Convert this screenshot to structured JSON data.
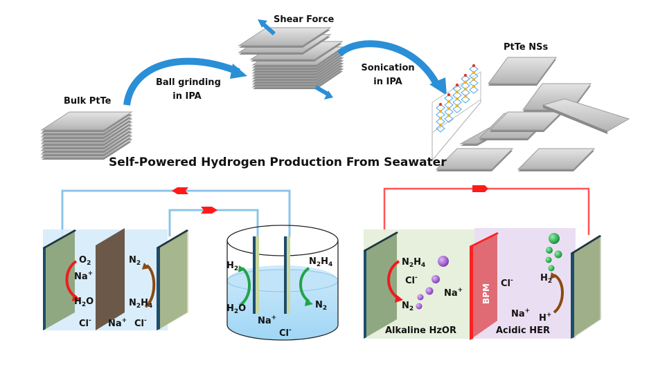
{
  "title": "Self-Powered Hydrogen Production From Seawater",
  "synthesis": {
    "bulk_label": "Bulk PtTe",
    "step1_line1": "Ball grinding",
    "step1_line2": "in IPA",
    "shear_label": "Shear Force",
    "step2_line1": "Sonication",
    "step2_line2": "in IPA",
    "product_label": "PtTe NSs"
  },
  "cell1": {
    "o2": "O",
    "o2_sub": "2",
    "na_top": "Na",
    "na_top_sup": "+",
    "h2o_a": "H",
    "h2o_sub": "2",
    "h2o_b": "O",
    "cl_left": "Cl",
    "cl_left_sup": "-",
    "na_bottom": "Na",
    "na_bottom_sup": "+",
    "cl_right": "Cl",
    "cl_right_sup": "-",
    "n2": "N",
    "n2_sub": "2",
    "n2h4_a": "N",
    "n2h4_sub1": "2",
    "n2h4_b": "H",
    "n2h4_sub2": "4"
  },
  "beaker": {
    "h2": "H",
    "h2_sub": "2",
    "h2o_a": "H",
    "h2o_sub": "2",
    "h2o_b": "O",
    "n2h4_a": "N",
    "n2h4_sub1": "2",
    "n2h4_b": "H",
    "n2h4_sub2": "4",
    "n2": "N",
    "n2_sub": "2",
    "na": "Na",
    "na_sup": "+",
    "cl": "Cl",
    "cl_sup": "-"
  },
  "cell2": {
    "n2h4_a": "N",
    "n2h4_sub1": "2",
    "n2h4_b": "H",
    "n2h4_sub2": "4",
    "cl_left": "Cl",
    "cl_left_sup": "-",
    "n2": "N",
    "n2_sub": "2",
    "na_left": "Na",
    "na_left_sup": "+",
    "bpm": "BPM",
    "cl_right": "Cl",
    "cl_right_sup": "-",
    "h2": "H",
    "h2_sub": "2",
    "na_right": "Na",
    "na_right_sup": "+",
    "hplus": "H",
    "hplus_sup": "+",
    "left_label": "Alkaline HzOR",
    "right_label": "Acidic HER"
  },
  "colors": {
    "arrow_blue": "#2a8fd6",
    "wire_blue": "#8cc4e8",
    "wire_red": "#ff5555",
    "current_marker": "#ff1a1a",
    "sheet_gray": "#c8c8c8",
    "electrolyte_blue": "#d6ebf9",
    "membrane_brown": "#6b5848",
    "electrode_green": "#8fa882",
    "electrode_edge": "#1e4d6b",
    "alkaline_green": "#e6f0dc",
    "acidic_purple": "#eadff2",
    "bpm_red": "#e06b74",
    "bubble_purple": "#9b52cc",
    "bubble_green": "#22aa44",
    "arrow_red": "#ee1c1c",
    "arrow_brown": "#8a4a12",
    "arrow_green": "#22a34a"
  }
}
